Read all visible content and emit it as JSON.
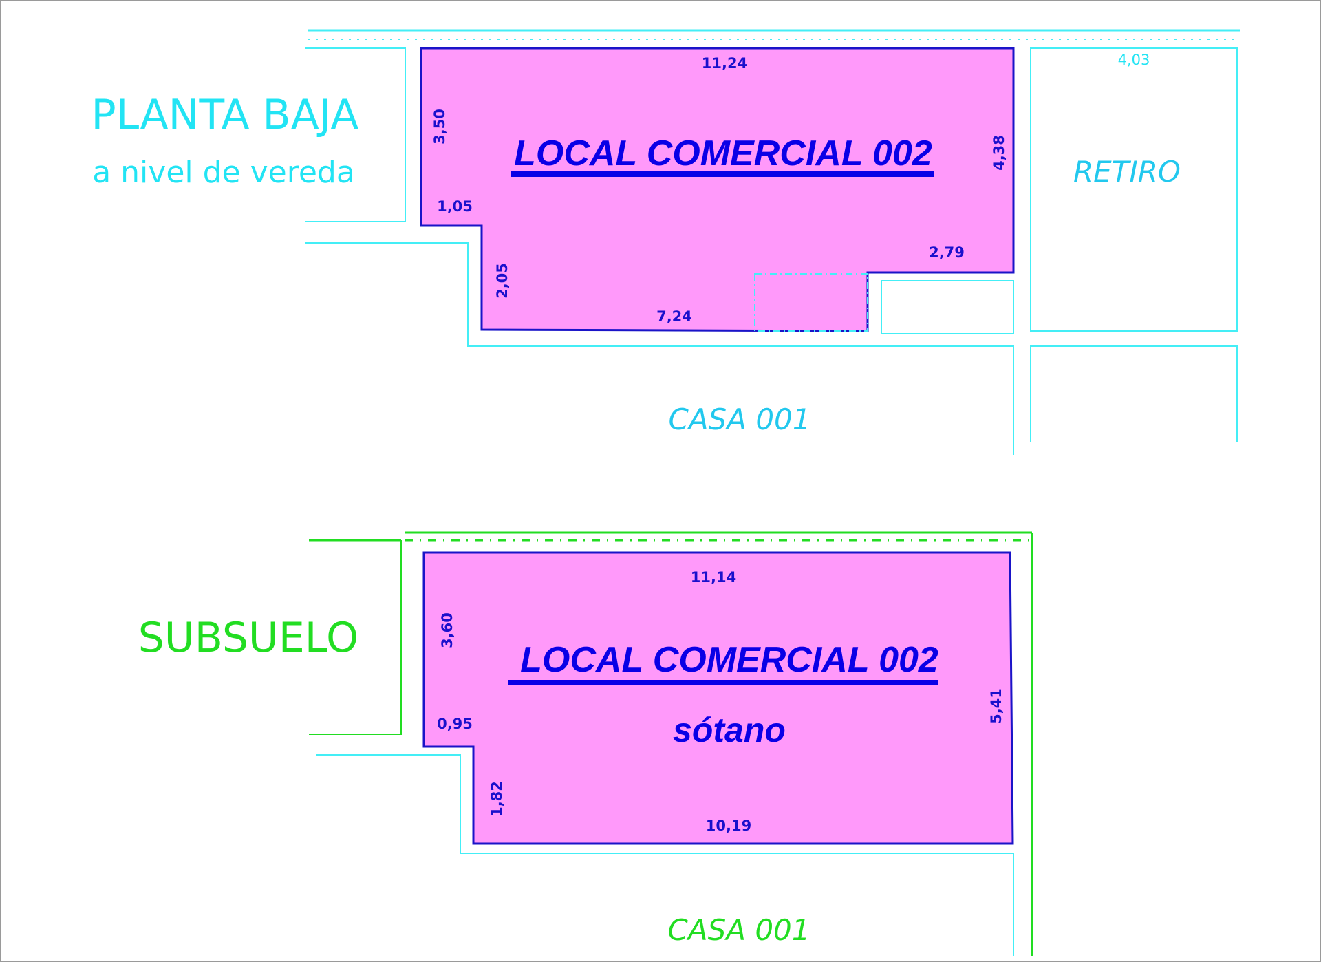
{
  "colors": {
    "room_fill": "#ff99fa",
    "room_outline": "#1a14c8",
    "ground_floor_lines": "#44eef6",
    "basement_lines": "#22dd22",
    "ground_floor_text": "#22e4f4",
    "basement_text": "#22dd22"
  },
  "ground_floor": {
    "level_title": "PLANTA BAJA",
    "level_subtitle": "a nivel de vereda",
    "unit_title": "LOCAL COMERCIAL  002",
    "dimensions": {
      "top": "11,24",
      "left_upper": "3,50",
      "right": "4,38",
      "step": "1,05",
      "notch": "2,79",
      "left_lower": "2,05",
      "bottom": "7,24",
      "retiro_width": "4,03"
    },
    "retiro_label": "RETIRO",
    "neighbor_label": "CASA  001"
  },
  "basement": {
    "level_title": "SUBSUELO",
    "unit_title": "LOCAL COMERCIAL  002",
    "unit_subtitle": "sótano",
    "dimensions": {
      "top": "11,14",
      "left_upper": "3,60",
      "right": "5,41",
      "step": "0,95",
      "left_lower": "1,82",
      "bottom": "10,19"
    },
    "neighbor_label": "CASA  001"
  }
}
